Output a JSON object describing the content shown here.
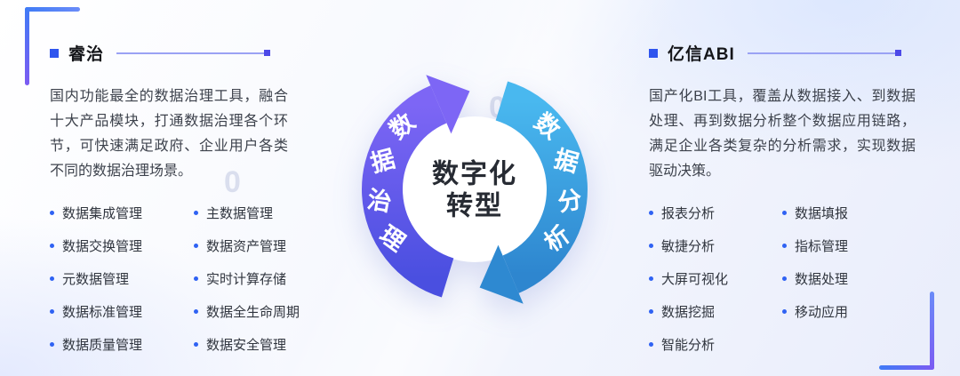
{
  "left_panel": {
    "title": "睿治",
    "description": "国内功能最全的数据治理工具，融合十大产品模块，打通数据治理各个环节，可快速满足政府、企业用户各类不同的数据治理场景。",
    "features_col1": [
      "数据集成管理",
      "数据交换管理",
      "元数据管理",
      "数据标准管理",
      "数据质量管理"
    ],
    "features_col2": [
      "主数据管理",
      "数据资产管理",
      "实时计算存储",
      "数据全生命周期",
      "数据安全管理"
    ]
  },
  "right_panel": {
    "title": "亿信ABI",
    "description": "国产化BI工具，覆盖从数据接入、到数据处理、再到数据分析整个数据应用链路，满足企业各类复杂的分析需求，实现数据驱动决策。",
    "features_col1": [
      "报表分析",
      "敏捷分析",
      "大屏可视化",
      "数据挖掘",
      "智能分析"
    ],
    "features_col2": [
      "数据填报",
      "指标管理",
      "数据处理",
      "移动应用"
    ]
  },
  "diagram": {
    "center_line1": "数字化",
    "center_line2": "转型",
    "left_arc_label": "数据治理",
    "right_arc_label": "数据分析",
    "left_arc_chars": [
      "数",
      "据",
      "治",
      "理"
    ],
    "right_arc_chars": [
      "数",
      "据",
      "分",
      "析"
    ]
  },
  "decor": {
    "faint_digit": "0"
  },
  "colors": {
    "accent_square": "#2f55ee",
    "bullet": "#2f62f3",
    "left_arc_top": "#7d66f5",
    "left_arc_bottom": "#4a4fe0",
    "right_arc_top": "#49b8ef",
    "right_arc_bottom": "#2e86cf",
    "corner_start": "#3f7bf6",
    "corner_end": "#7c5bf2"
  }
}
